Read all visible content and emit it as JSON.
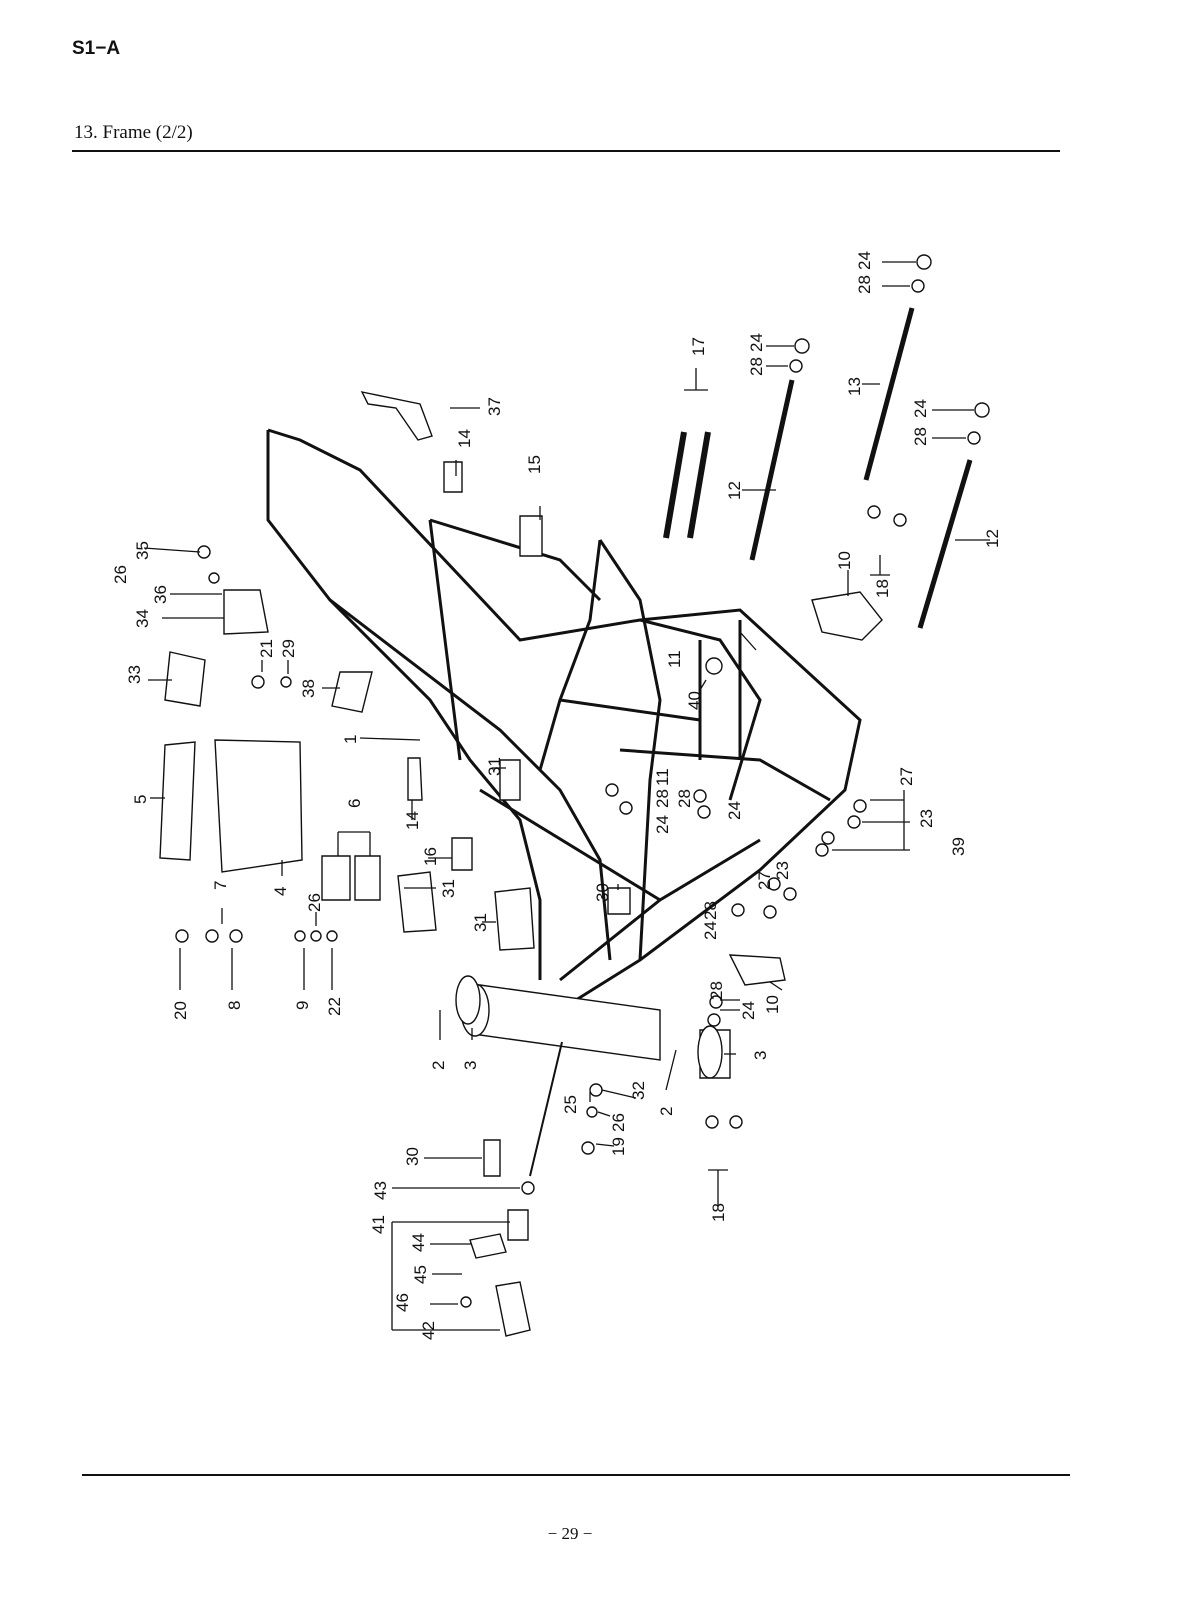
{
  "header": {
    "code": "S1−A",
    "title": "13.  Frame (2/2)"
  },
  "footer": {
    "page": "− 29 −"
  },
  "callouts": [
    "1",
    "2",
    "2",
    "3",
    "3",
    "3",
    "4",
    "5",
    "6",
    "7",
    "8",
    "9",
    "10",
    "10",
    "11",
    "12",
    "12",
    "13",
    "14",
    "14",
    "15",
    "16",
    "17",
    "18",
    "18",
    "19",
    "20",
    "21",
    "22",
    "23",
    "23",
    "24",
    "24",
    "24",
    "24",
    "24",
    "24",
    "25",
    "26",
    "26",
    "26",
    "27",
    "27",
    "28",
    "28",
    "28",
    "28",
    "28",
    "28",
    "29",
    "30",
    "30",
    "31",
    "31",
    "31",
    "31",
    "32",
    "33",
    "34",
    "35",
    "36",
    "37",
    "38",
    "39",
    "40",
    "41",
    "42",
    "43",
    "44",
    "45",
    "46"
  ],
  "icons": [
    "frame-drawing"
  ]
}
